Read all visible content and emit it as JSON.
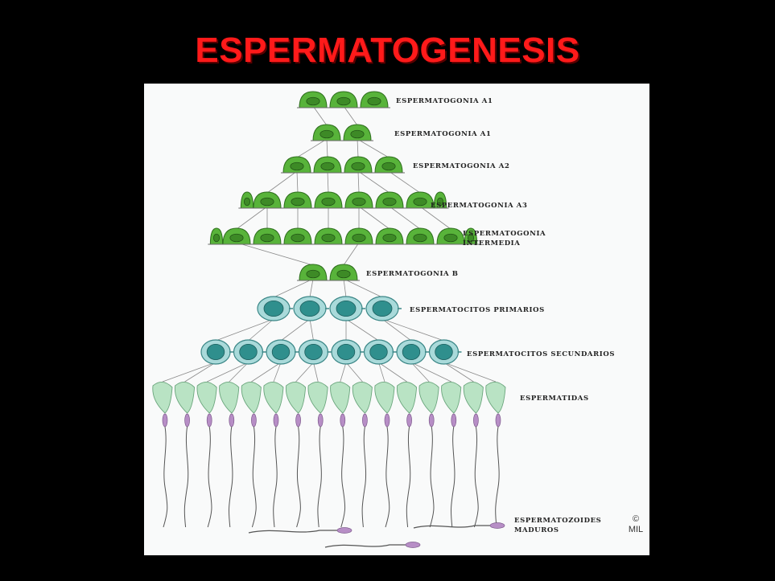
{
  "title": "ESPERMATOGENESIS",
  "colors": {
    "title": "#ff1a1a",
    "spermatogonia_fill": "#58b33a",
    "spermatogonia_nucleus": "#3d8a26",
    "spermatocyte_fill": "#a9dada",
    "spermatocyte_nucleus": "#2f8f8d",
    "spermatid_fill": "#b9e3c4",
    "acrosome": "#b78ec6",
    "tail": "#555555"
  },
  "stages": [
    {
      "name": "ESPERMATOGONIA A1",
      "cell": "spermatogonia",
      "count": 3
    },
    {
      "name": "ESPERMATOGONIA A1",
      "cell": "spermatogonia",
      "count": 2
    },
    {
      "name": "ESPERMATOGONIA A2",
      "cell": "spermatogonia",
      "count": 4
    },
    {
      "name": "ESPERMATOGONIA A3",
      "cell": "spermatogonia",
      "count": 6
    },
    {
      "name": "ESPERMATOGONIA\nINTERMEDIA",
      "cell": "spermatogonia",
      "count": 8
    },
    {
      "name": "ESPERMATOGONIA B",
      "cell": "spermatogonia",
      "count": 2
    },
    {
      "name": "ESPERMATOCITOS PRIMARIOS",
      "cell": "spermatocyte",
      "count": 4
    },
    {
      "name": "ESPERMATOCITOS SECUNDARIOS",
      "cell": "spermatocyte",
      "count": 8
    },
    {
      "name": "ESPERMATIDAS",
      "cell": "spermatid",
      "count": 16
    },
    {
      "name": "ESPERMATOZOIDES\nMADUROS",
      "cell": "spermatozoon",
      "count": 3
    }
  ],
  "copyright": {
    "symbol": "©",
    "text": "MIL"
  }
}
